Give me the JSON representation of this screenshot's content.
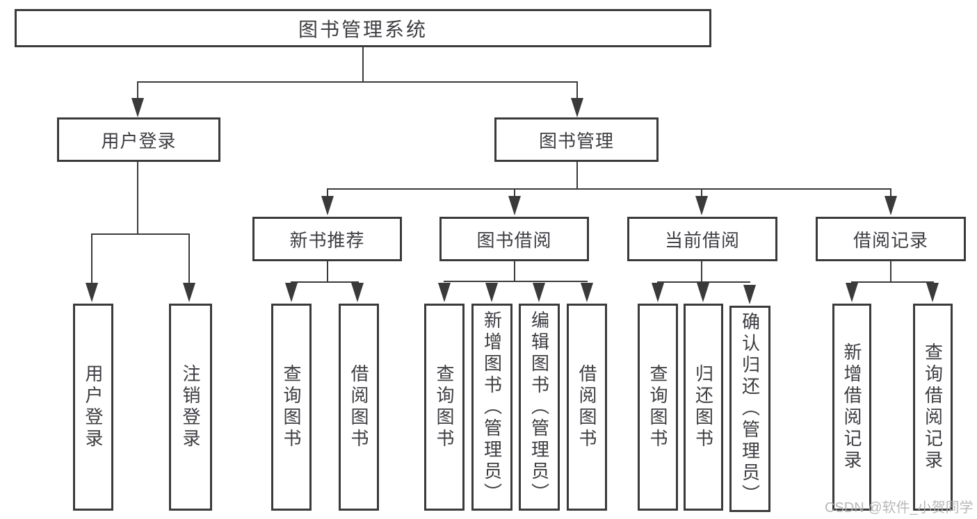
{
  "diagram": {
    "root": {
      "label": "图书管理系统"
    },
    "user_login": {
      "label": "用户登录",
      "leaves": [
        "用户登录",
        "注销登录"
      ]
    },
    "book_management": {
      "label": "图书管理",
      "sections": {
        "new_book_recommend": {
          "label": "新书推荐",
          "leaves": [
            "查询图书",
            "借阅图书"
          ]
        },
        "book_borrowing": {
          "label": "图书借阅",
          "leaves": [
            "查询图书",
            "新增图书（管理员）",
            "编辑图书（管理员）",
            "借阅图书"
          ]
        },
        "current_borrowing": {
          "label": "当前借阅",
          "leaves": [
            "查询图书",
            "归还图书",
            "确认归还（管理员）"
          ]
        },
        "borrowing_records": {
          "label": "借阅记录",
          "leaves": [
            "新增借阅记录",
            "查询借阅记录"
          ]
        }
      }
    },
    "colors": {
      "line": "#3a3a3a",
      "text": "#3d3d42",
      "background": "#ffffff"
    }
  },
  "watermark": {
    "text": "CSDN @软件_小贺同学",
    "color": "#b1b1b4"
  }
}
